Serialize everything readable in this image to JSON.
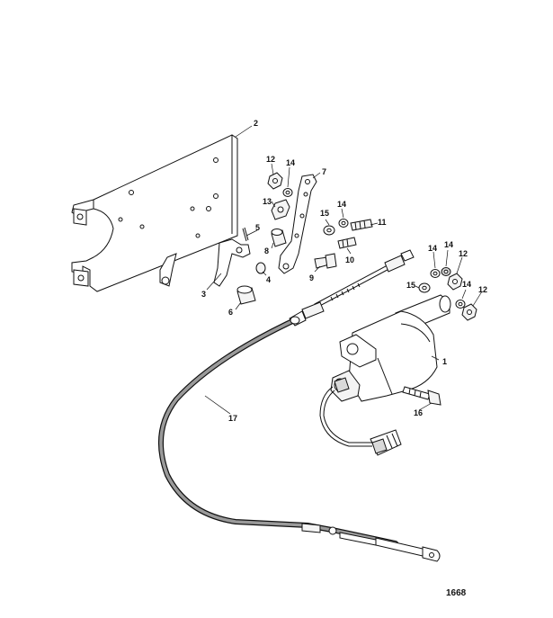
{
  "figure": {
    "number": "1668"
  },
  "callouts": [
    {
      "id": "c1",
      "label": "1"
    },
    {
      "id": "c2",
      "label": "2"
    },
    {
      "id": "c3",
      "label": "3"
    },
    {
      "id": "c4",
      "label": "4"
    },
    {
      "id": "c5",
      "label": "5"
    },
    {
      "id": "c6",
      "label": "6"
    },
    {
      "id": "c7",
      "label": "7"
    },
    {
      "id": "c8",
      "label": "8"
    },
    {
      "id": "c9",
      "label": "9"
    },
    {
      "id": "c10",
      "label": "10"
    },
    {
      "id": "c11",
      "label": "11"
    },
    {
      "id": "c12a",
      "label": "12"
    },
    {
      "id": "c12b",
      "label": "12"
    },
    {
      "id": "c12c",
      "label": "12"
    },
    {
      "id": "c13",
      "label": "13"
    },
    {
      "id": "c14a",
      "label": "14"
    },
    {
      "id": "c14b",
      "label": "14"
    },
    {
      "id": "c14c",
      "label": "14"
    },
    {
      "id": "c14d",
      "label": "14"
    },
    {
      "id": "c14e",
      "label": "14"
    },
    {
      "id": "c15a",
      "label": "15"
    },
    {
      "id": "c15b",
      "label": "15"
    },
    {
      "id": "c16",
      "label": "16"
    },
    {
      "id": "c17",
      "label": "17"
    }
  ]
}
